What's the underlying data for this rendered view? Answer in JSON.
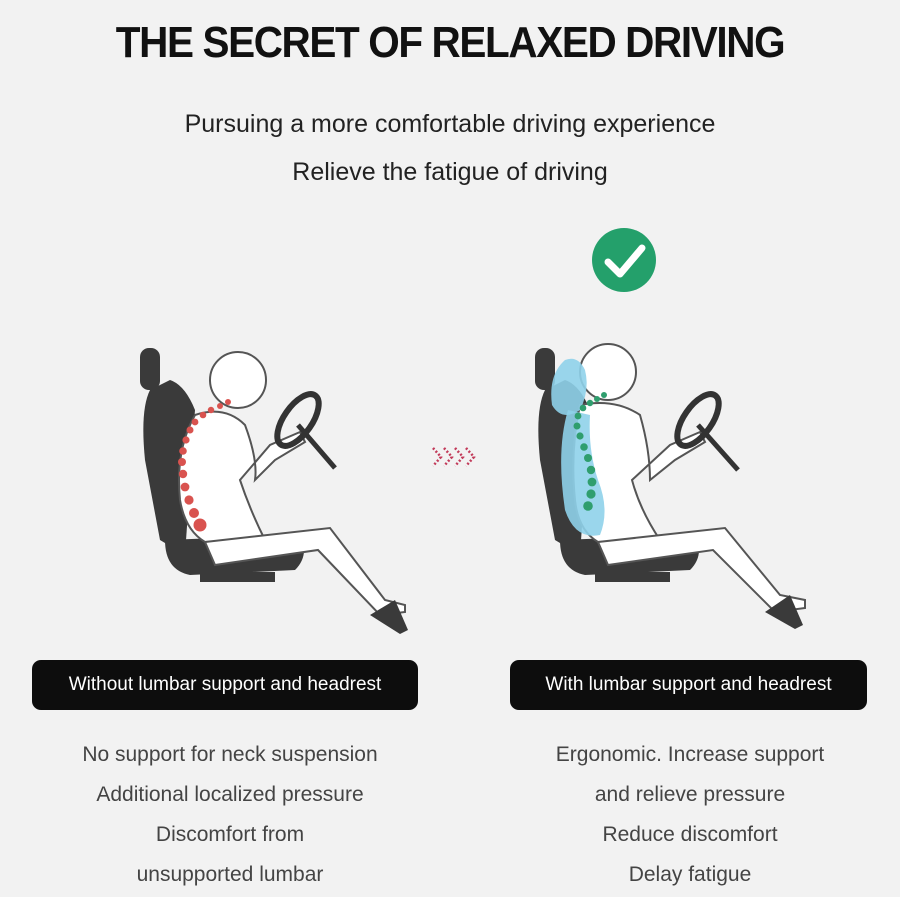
{
  "header": {
    "title": "THE SECRET OF RELAXED DRIVING",
    "subtitle_1": "Pursuing a more comfortable driving experience",
    "subtitle_2": "Relieve the fatigue of driving"
  },
  "left_panel": {
    "label": "Without lumbar support and headrest",
    "lines": [
      "No support for neck suspension",
      "Additional localized pressure",
      "Discomfort from",
      "unsupported lumbar"
    ],
    "spine_color": "#d9534f"
  },
  "right_panel": {
    "label": "With lumbar support and headrest",
    "lines": [
      "Ergonomic. Increase support",
      "and relieve pressure",
      "Reduce discomfort",
      "Delay fatigue"
    ],
    "spine_color": "#2f9e6e",
    "support_color": "#8fd2ea"
  },
  "colors": {
    "check_badge": "#24a06b",
    "seat": "#3a3a3a",
    "pill_bg": "#0d0d0d"
  },
  "icons": [
    "check-badge-icon",
    "arrow-chevrons-icon",
    "steering-wheel-icon"
  ]
}
